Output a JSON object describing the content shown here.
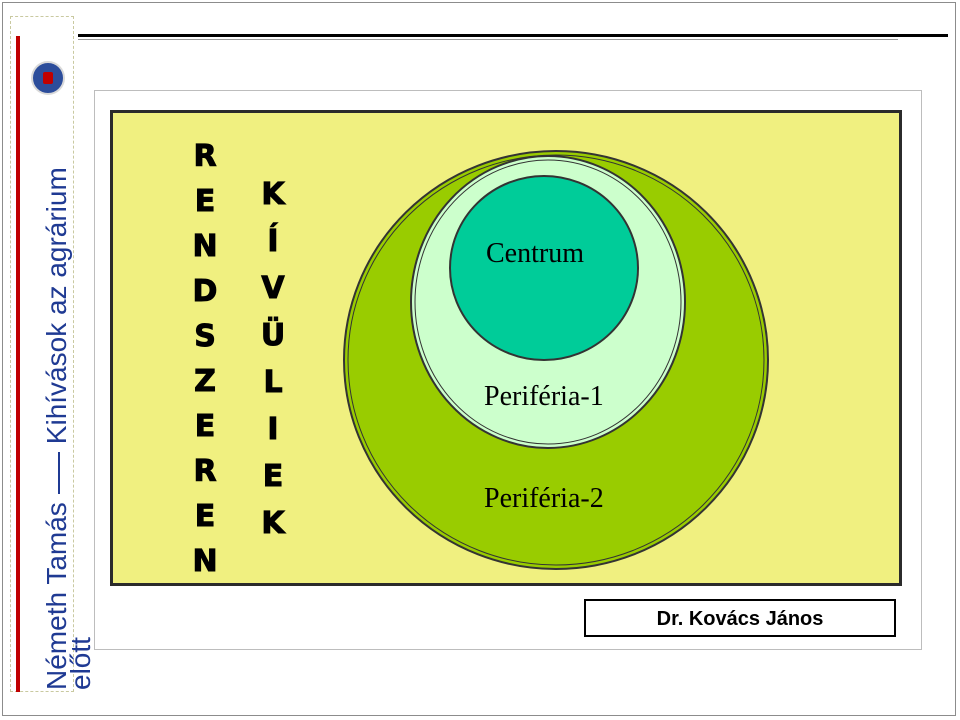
{
  "sidebar": {
    "title_part1": "Németh Tamás",
    "title_part2": "Kihívások az agrárium",
    "subtitle": "előtt",
    "logo_icon": "university-seal-icon"
  },
  "diagram": {
    "column1_letters": [
      "R",
      "E",
      "N",
      "D",
      "S",
      "Z",
      "E",
      "R",
      "E",
      "N"
    ],
    "column2_letters": [
      "K",
      "Í",
      "V",
      "Ü",
      "L",
      "I",
      "E",
      "K"
    ],
    "circles": [
      {
        "label": "Centrum",
        "fill": "#00cc99"
      },
      {
        "label": "Periféria-1",
        "fill": "#ccffcc"
      },
      {
        "label": "Periféria-2",
        "fill": "#99cc00"
      }
    ],
    "panel_color": "#f0f080"
  },
  "footer": {
    "author": "Dr. Kovács János"
  }
}
